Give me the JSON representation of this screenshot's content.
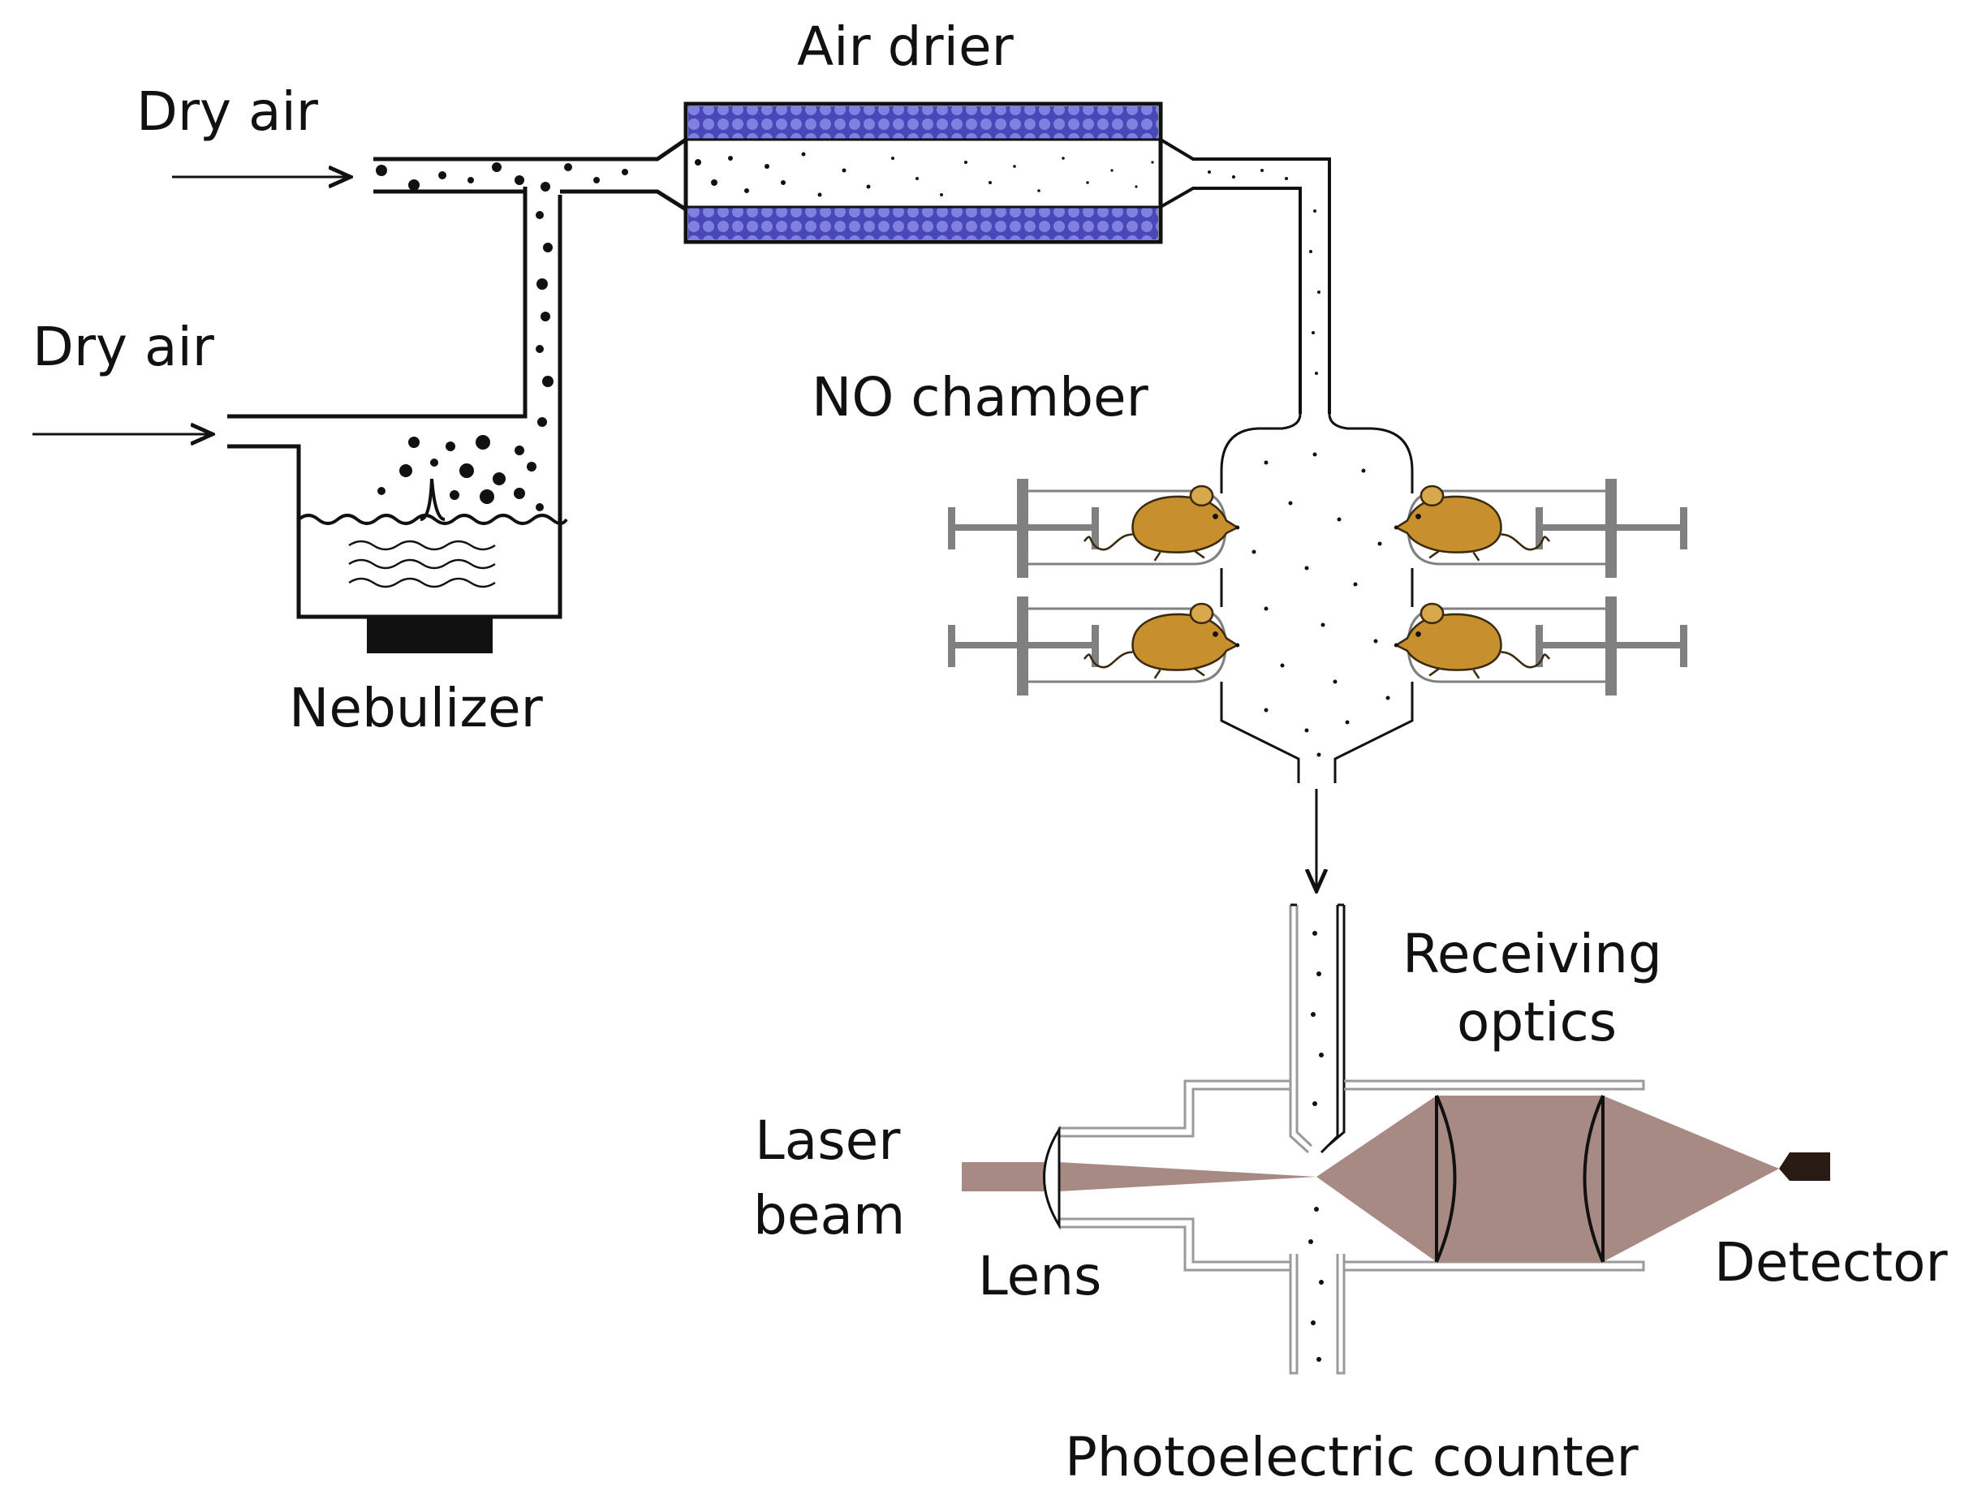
{
  "labels": {
    "dry_air_top": "Dry air",
    "dry_air_bottom": "Dry air",
    "air_drier": "Air drier",
    "nebulizer": "Nebulizer",
    "no_chamber": "NO chamber",
    "receiving_optics_1": "Receiving",
    "receiving_optics_2": "optics",
    "laser_beam_1": "Laser",
    "laser_beam_2": "beam",
    "lens": "Lens",
    "detector": "Detector",
    "photoelectric_counter": "Photoelectric counter"
  },
  "colors": {
    "line": "#111111",
    "desiccant": "#6f6fd8",
    "desiccant_bg": "#3a3aa0",
    "beam": "#a88a84",
    "mouse_body": "#c8902c",
    "mouse_outline": "#3a2a10",
    "syringe": "#808080",
    "detector": "#2a1a14",
    "pipe_gray": "#9a9a9a"
  },
  "icons": {
    "mouse": "mouse-icon",
    "syringe": "syringe-icon",
    "lens": "lens-icon",
    "detector": "detector-icon"
  }
}
